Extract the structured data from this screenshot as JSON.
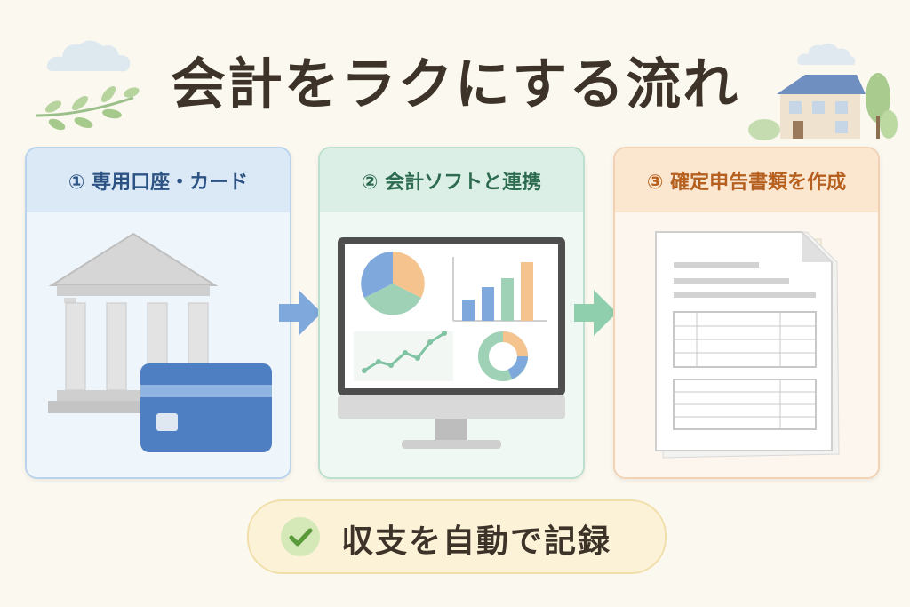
{
  "title": "会計をラクにする流れ",
  "steps": [
    {
      "label": "① 専用口座・カード",
      "icon": "bank-and-card-icon"
    },
    {
      "label": "② 会計ソフトと連携",
      "icon": "monitor-dashboard-icon"
    },
    {
      "label": "③ 確定申告書類を作成",
      "icon": "document-icon"
    }
  ],
  "summary": {
    "label": "収支を自動で記録",
    "icon": "check-icon"
  },
  "colors": {
    "step1": "#4f7fc3",
    "step2": "#7fc3a2",
    "step3": "#f0a066",
    "summary_bg": "#fcf2d8"
  }
}
